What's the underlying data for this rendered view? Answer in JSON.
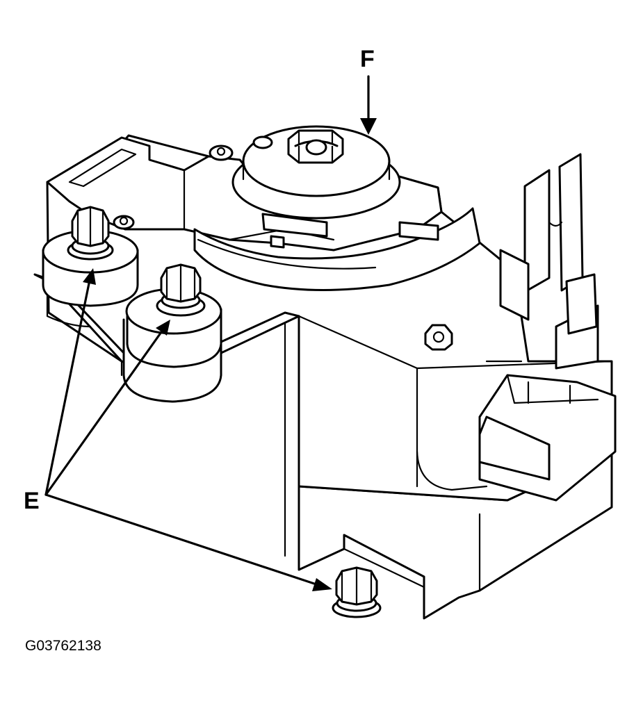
{
  "callouts": {
    "f": "F",
    "e": "E"
  },
  "figure_id": "G03762138"
}
